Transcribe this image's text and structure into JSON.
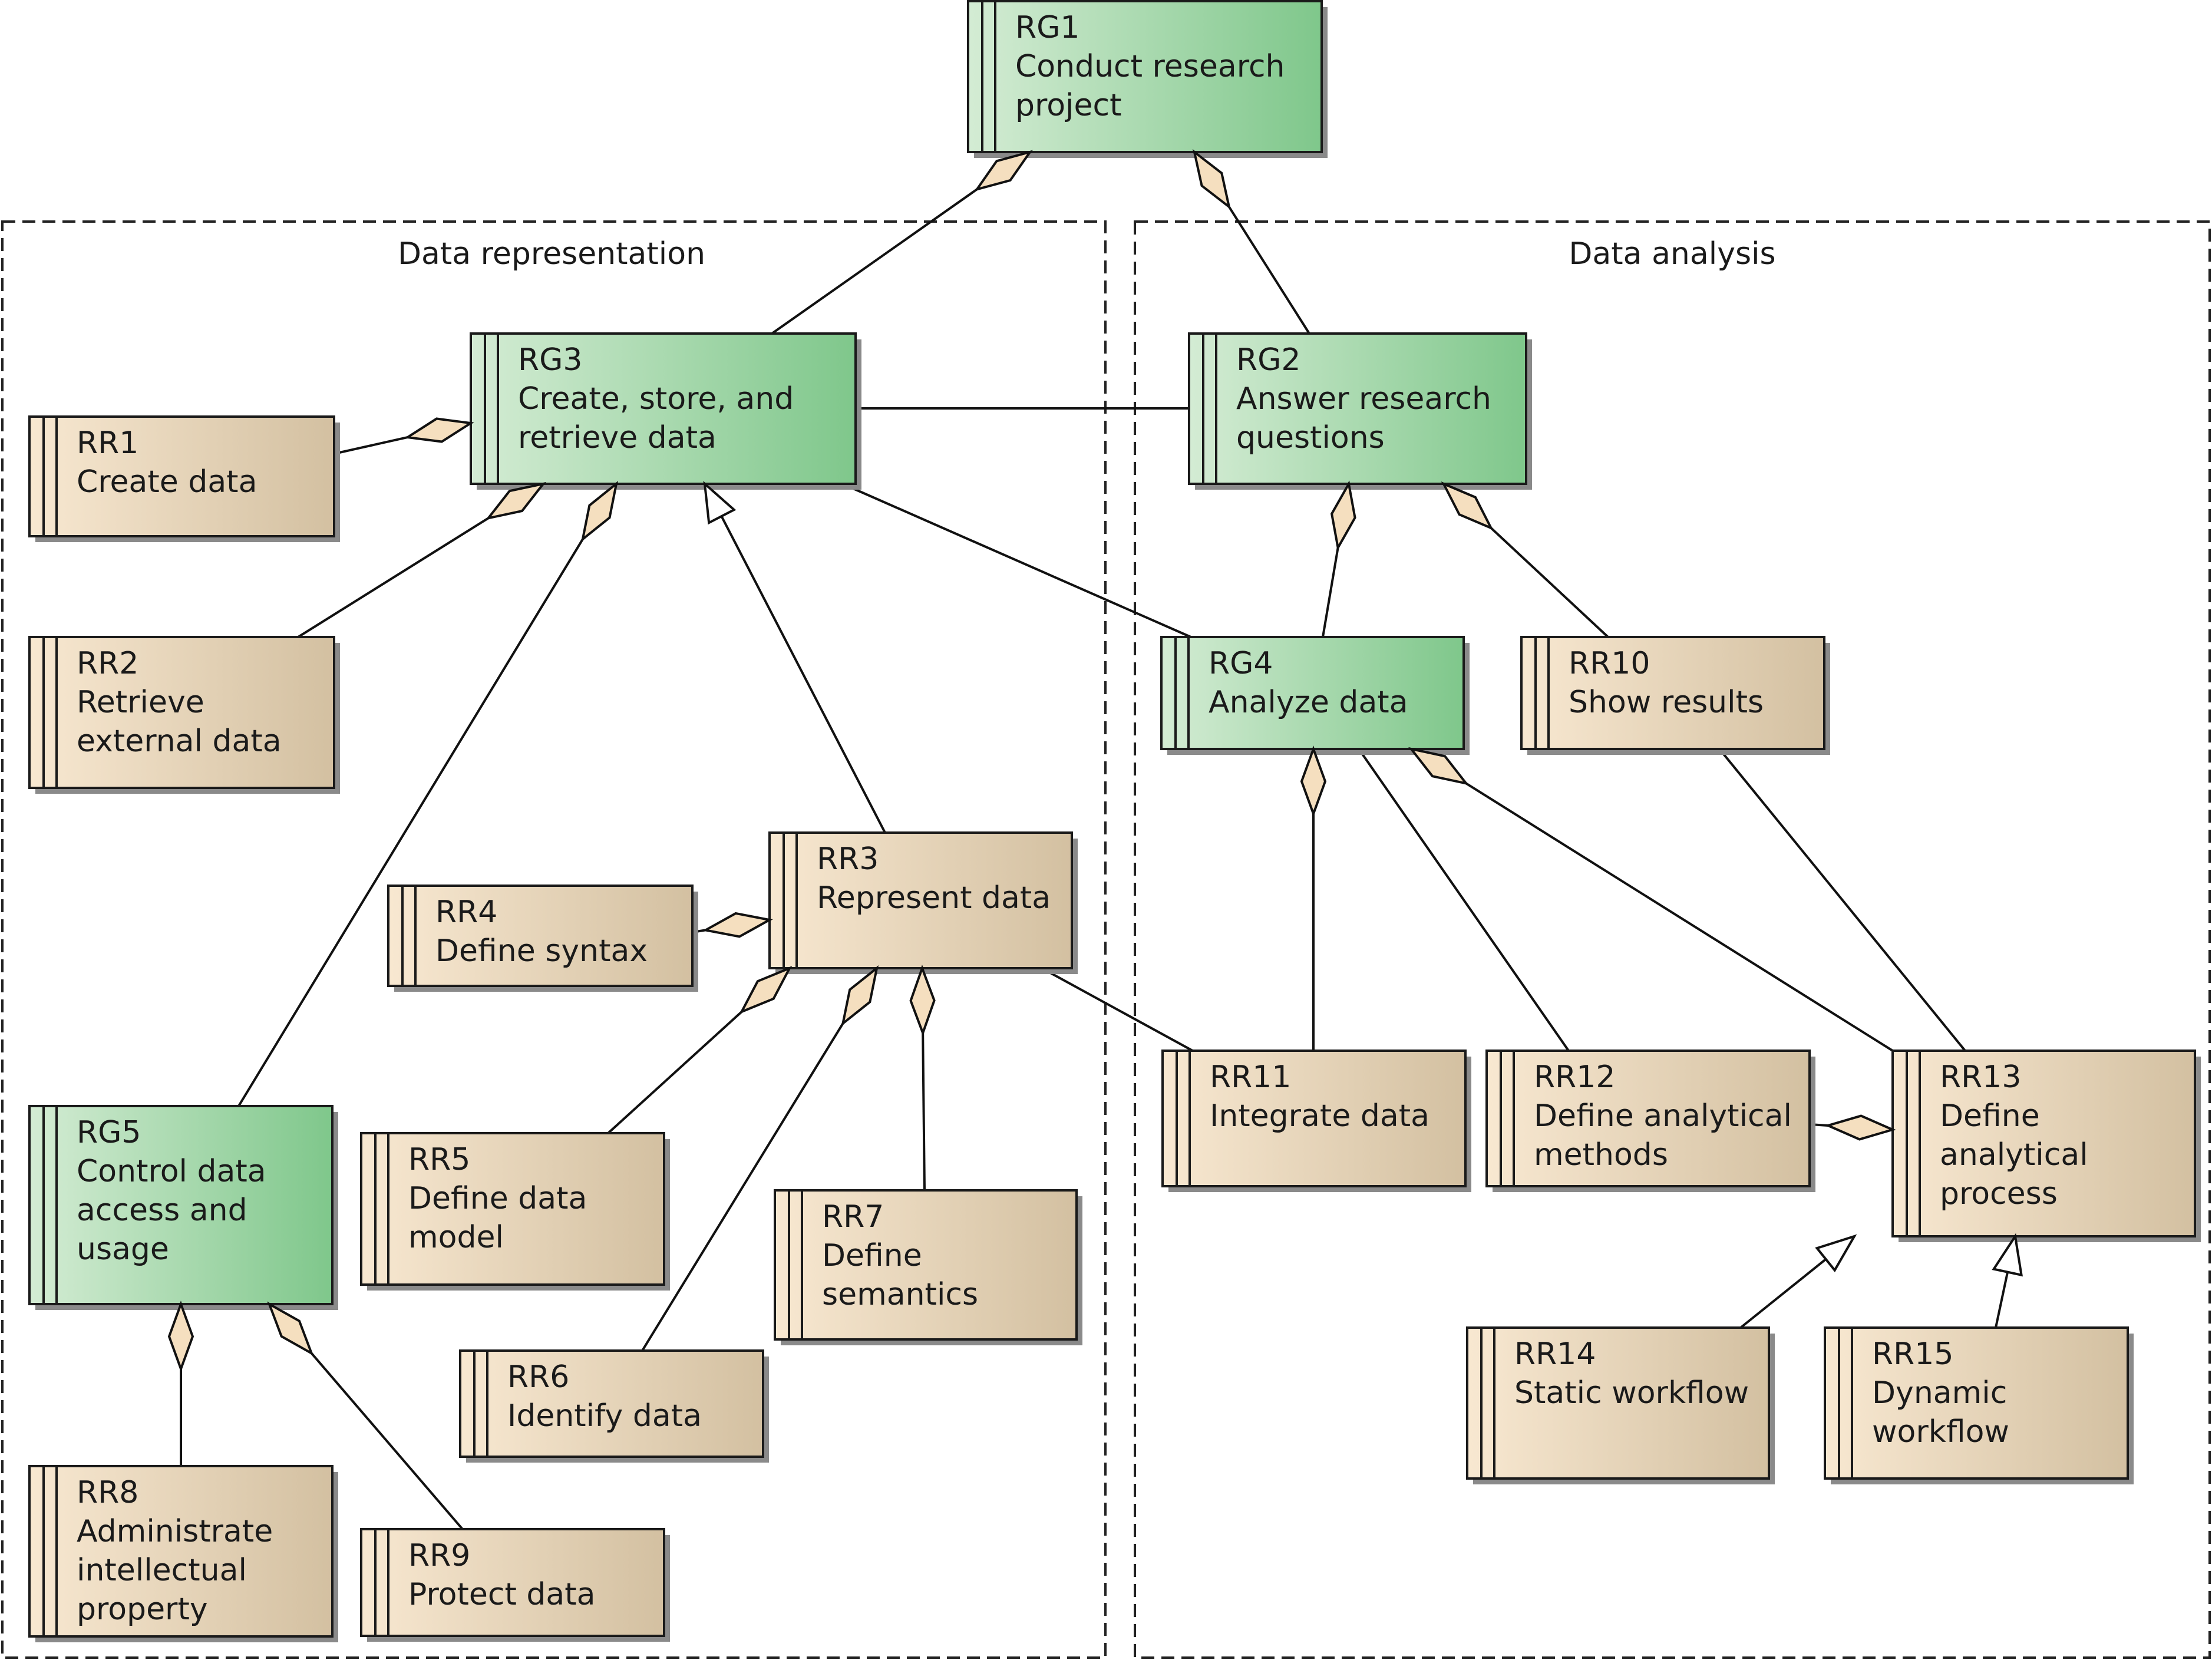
{
  "colors": {
    "goal_start": "#d4ecd4",
    "goal_end": "#7fc78b",
    "requirement_start": "#f8e8d1",
    "requirement_end": "#d3c0a1",
    "line": "#111111",
    "diamond_fill": "#f5dfbf"
  },
  "groups": {
    "data_representation": {
      "label": "Data representation"
    },
    "data_analysis": {
      "label": "Data analysis"
    }
  },
  "nodes": {
    "rg1": {
      "kind": "goal",
      "id_label": "RG1",
      "lines": [
        "Conduct research",
        "project"
      ]
    },
    "rg2": {
      "kind": "goal",
      "id_label": "RG2",
      "lines": [
        "Answer research",
        "questions"
      ]
    },
    "rg3": {
      "kind": "goal",
      "id_label": "RG3",
      "lines": [
        "Create, store, and",
        "retrieve data"
      ]
    },
    "rg4": {
      "kind": "goal",
      "id_label": "RG4",
      "lines": [
        "Analyze data"
      ]
    },
    "rg5": {
      "kind": "goal",
      "id_label": "RG5",
      "lines": [
        "Control data",
        "access and",
        "usage"
      ]
    },
    "rr1": {
      "kind": "requirement",
      "id_label": "RR1",
      "lines": [
        "Create data"
      ]
    },
    "rr2": {
      "kind": "requirement",
      "id_label": "RR2",
      "lines": [
        "Retrieve",
        "external data"
      ]
    },
    "rr3": {
      "kind": "requirement",
      "id_label": "RR3",
      "lines": [
        "Represent data"
      ]
    },
    "rr4": {
      "kind": "requirement",
      "id_label": "RR4",
      "lines": [
        "Define syntax"
      ]
    },
    "rr5": {
      "kind": "requirement",
      "id_label": "RR5",
      "lines": [
        "Define data",
        "model"
      ]
    },
    "rr6": {
      "kind": "requirement",
      "id_label": "RR6",
      "lines": [
        "Identify data"
      ]
    },
    "rr7": {
      "kind": "requirement",
      "id_label": "RR7",
      "lines": [
        "Define",
        "semantics"
      ]
    },
    "rr8": {
      "kind": "requirement",
      "id_label": "RR8",
      "lines": [
        "Administrate",
        "intellectual",
        "property"
      ]
    },
    "rr9": {
      "kind": "requirement",
      "id_label": "RR9",
      "lines": [
        "Protect data"
      ]
    },
    "rr10": {
      "kind": "requirement",
      "id_label": "RR10",
      "lines": [
        "Show results"
      ]
    },
    "rr11": {
      "kind": "requirement",
      "id_label": "RR11",
      "lines": [
        "Integrate data"
      ]
    },
    "rr12": {
      "kind": "requirement",
      "id_label": "RR12",
      "lines": [
        "Define analytical",
        "methods"
      ]
    },
    "rr13": {
      "kind": "requirement",
      "id_label": "RR13",
      "lines": [
        "Define",
        "analytical",
        "process"
      ]
    },
    "rr14": {
      "kind": "requirement",
      "id_label": "RR14",
      "lines": [
        "Static workflow"
      ]
    },
    "rr15": {
      "kind": "requirement",
      "id_label": "RR15",
      "lines": [
        "Dynamic",
        "workflow"
      ]
    }
  },
  "edges": [
    {
      "from": "rg3",
      "to": "rg1",
      "type": "aggregation"
    },
    {
      "from": "rg2",
      "to": "rg1",
      "type": "aggregation"
    },
    {
      "from": "rg3",
      "to": "rg2",
      "type": "association"
    },
    {
      "from": "rr1",
      "to": "rg3",
      "type": "aggregation"
    },
    {
      "from": "rr2",
      "to": "rg3",
      "type": "aggregation"
    },
    {
      "from": "rg5",
      "to": "rg3",
      "type": "aggregation"
    },
    {
      "from": "rr3",
      "to": "rg3",
      "type": "generalization"
    },
    {
      "from": "rg3",
      "to": "rg4",
      "type": "association"
    },
    {
      "from": "rr4",
      "to": "rr3",
      "type": "aggregation"
    },
    {
      "from": "rr5",
      "to": "rr3",
      "type": "aggregation"
    },
    {
      "from": "rr6",
      "to": "rr3",
      "type": "aggregation"
    },
    {
      "from": "rr7",
      "to": "rr3",
      "type": "aggregation"
    },
    {
      "from": "rr3",
      "to": "rr11",
      "type": "association"
    },
    {
      "from": "rr8",
      "to": "rg5",
      "type": "aggregation"
    },
    {
      "from": "rr9",
      "to": "rg5",
      "type": "aggregation"
    },
    {
      "from": "rg4",
      "to": "rg2",
      "type": "aggregation"
    },
    {
      "from": "rr10",
      "to": "rg2",
      "type": "aggregation"
    },
    {
      "from": "rr11",
      "to": "rg4",
      "type": "aggregation"
    },
    {
      "from": "rg4",
      "to": "rr12",
      "type": "association"
    },
    {
      "from": "rr13",
      "to": "rg4",
      "type": "aggregation"
    },
    {
      "from": "rr10",
      "to": "rr13",
      "type": "association"
    },
    {
      "from": "rr12",
      "to": "rr13",
      "type": "aggregation"
    },
    {
      "from": "rr14",
      "to": "rr13",
      "type": "generalization"
    },
    {
      "from": "rr15",
      "to": "rr13",
      "type": "generalization"
    }
  ]
}
